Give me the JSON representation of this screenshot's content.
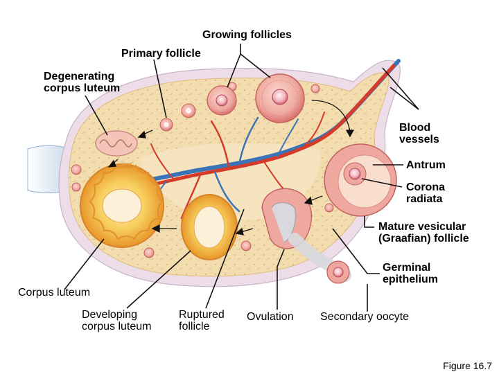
{
  "labels": {
    "growing_follicles": "Growing follicles",
    "primary_follicle": "Primary follicle",
    "degenerating_corpus_luteum": "Degenerating\ncorpus luteum",
    "blood_vessels": "Blood\nvessels",
    "antrum": "Antrum",
    "corona_radiata": "Corona\nradiata",
    "mature_vesicular_follicle": "Mature vesicular\n(Graafian) follicle",
    "germinal_epithelium": "Germinal\nepithelium",
    "corpus_luteum": "Corpus luteum",
    "developing_corpus_luteum": "Developing\ncorpus luteum",
    "ruptured_follicle": "Ruptured\nfollicle",
    "ovulation": "Ovulation",
    "secondary_oocyte": "Secondary oocyte"
  },
  "figure_caption": "Figure 16.7",
  "colors": {
    "ovary_tissue": "#f3dcae",
    "cortex_edge": "#e9c88f",
    "germinal_epithelium": "#ecdde8",
    "follicle_pink": "#e89a93",
    "follicle_dark": "#d9706c",
    "corpus_luteum_orange": "#f2a93a",
    "corpus_luteum_yellow": "#f7cf5f",
    "artery_red": "#d63b2a",
    "vein_blue": "#3a73b8",
    "ligament_blue": "#c7d9ea"
  }
}
